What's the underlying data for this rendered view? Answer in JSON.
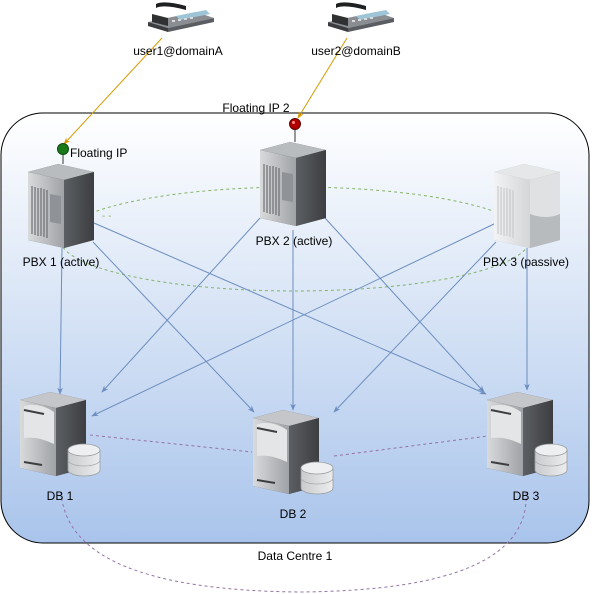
{
  "users": [
    {
      "label": "user1@domainA"
    },
    {
      "label": "user2@domainB"
    }
  ],
  "floating_ips": [
    {
      "label": "Floating IP",
      "color": "#1a7a1a"
    },
    {
      "label": "Floating IP 2",
      "color": "#b00000"
    }
  ],
  "pbx": [
    {
      "label": "PBX 1 (active)"
    },
    {
      "label": "PBX 2 (active)"
    },
    {
      "label": "PBX 3 (passive)"
    }
  ],
  "db": [
    {
      "label": "DB 1"
    },
    {
      "label": "DB 2"
    },
    {
      "label": "DB 3"
    }
  ],
  "datacentre": {
    "label": "Data Centre 1"
  },
  "colors": {
    "arrow_blue": "#6c8ebf",
    "arrow_orange": "#d79b00",
    "pbx_ring": "#82b366",
    "db_ring": "#9673a6",
    "dc_gradient_top": "#ffffff",
    "dc_gradient_bottom": "#a9c4eb"
  }
}
